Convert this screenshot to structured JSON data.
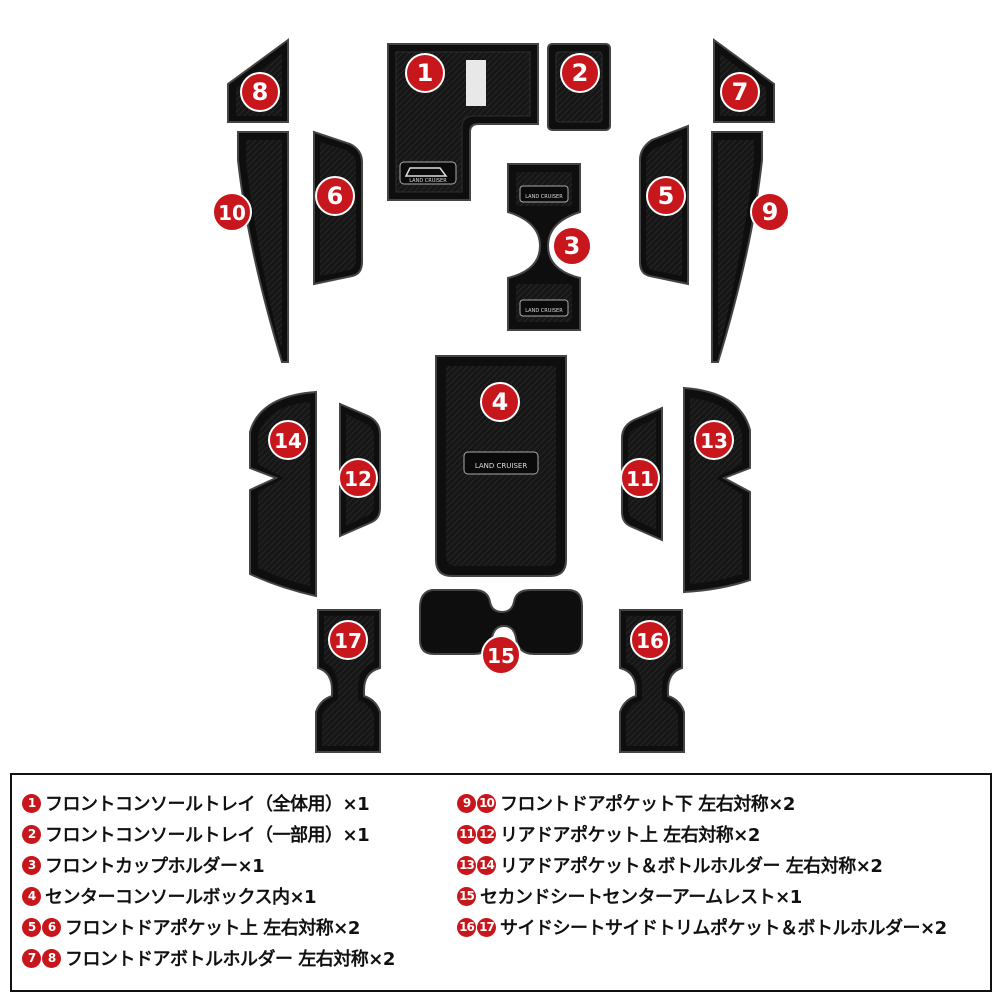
{
  "colors": {
    "badge": "#c8161d",
    "mat": "#1a1a1a",
    "mat_edge": "#3a3a3a",
    "background": "#ffffff"
  },
  "mats": [
    {
      "id": "1",
      "label": "1"
    },
    {
      "id": "2",
      "label": "2"
    },
    {
      "id": "3",
      "label": "3"
    },
    {
      "id": "4",
      "label": "4"
    },
    {
      "id": "5",
      "label": "5"
    },
    {
      "id": "6",
      "label": "6"
    },
    {
      "id": "7",
      "label": "7"
    },
    {
      "id": "8",
      "label": "8"
    },
    {
      "id": "9",
      "label": "9"
    },
    {
      "id": "10",
      "label": "10"
    },
    {
      "id": "11",
      "label": "11"
    },
    {
      "id": "12",
      "label": "12"
    },
    {
      "id": "13",
      "label": "13"
    },
    {
      "id": "14",
      "label": "14"
    },
    {
      "id": "15",
      "label": "15"
    },
    {
      "id": "16",
      "label": "16"
    },
    {
      "id": "17",
      "label": "17"
    }
  ],
  "logo_text": "LAND CRUISER",
  "legend": {
    "left": [
      {
        "nums": [
          "1"
        ],
        "text": "フロントコンソールトレイ（全体用）×1"
      },
      {
        "nums": [
          "2"
        ],
        "text": "フロントコンソールトレイ（一部用）×1"
      },
      {
        "nums": [
          "3"
        ],
        "text": "フロントカップホルダー×1"
      },
      {
        "nums": [
          "4"
        ],
        "text": "センターコンソールボックス内×1"
      },
      {
        "nums": [
          "5",
          "6"
        ],
        "text": "フロントドアポケット上 左右対称×2"
      },
      {
        "nums": [
          "7",
          "8"
        ],
        "text": "フロントドアボトルホルダー 左右対称×2"
      }
    ],
    "right": [
      {
        "nums": [
          "9",
          "10"
        ],
        "text": "フロントドアポケット下 左右対称×2"
      },
      {
        "nums": [
          "11",
          "12"
        ],
        "text": "リアドアポケット上 左右対称×2"
      },
      {
        "nums": [
          "13",
          "14"
        ],
        "text": "リアドアポケット＆ボトルホルダー 左右対称×2"
      },
      {
        "nums": [
          "15"
        ],
        "text": "セカンドシートセンターアームレスト×1"
      },
      {
        "nums": [
          "16",
          "17"
        ],
        "text": "サイドシートサイドトリムポケット＆ボトルホルダー×2"
      }
    ]
  }
}
